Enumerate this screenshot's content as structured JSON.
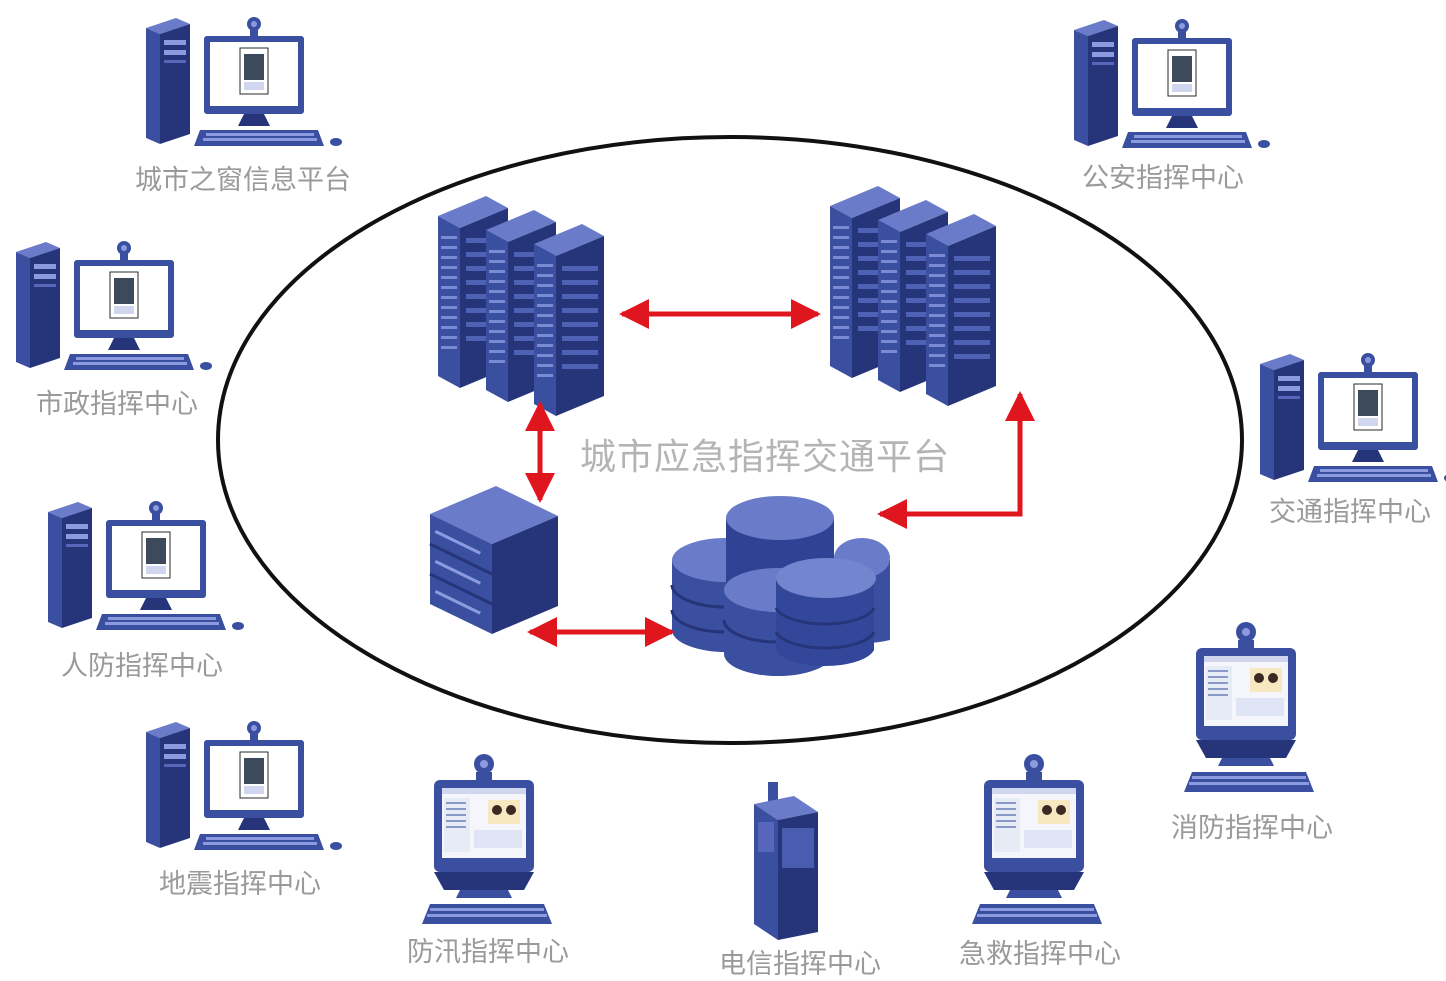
{
  "platform": {
    "title": "城市应急指挥交通平台"
  },
  "stations": [
    {
      "id": "city-window",
      "label": "城市之窗信息平台"
    },
    {
      "id": "public-security",
      "label": "公安指挥中心"
    },
    {
      "id": "municipal",
      "label": "市政指挥中心"
    },
    {
      "id": "traffic",
      "label": "交通指挥中心"
    },
    {
      "id": "civil-defense",
      "label": "人防指挥中心"
    },
    {
      "id": "fire",
      "label": "消防指挥中心"
    },
    {
      "id": "earthquake",
      "label": "地震指挥中心"
    },
    {
      "id": "flood",
      "label": "防汛指挥中心"
    },
    {
      "id": "telecom",
      "label": "电信指挥中心"
    },
    {
      "id": "emergency-rescue",
      "label": "急救指挥中心"
    }
  ],
  "colors": {
    "device_blue": "#3b4fa0",
    "device_dark": "#26357a",
    "device_light": "#6a7bc9",
    "arrow_red": "#e0161e",
    "ellipse": "#111111",
    "label_gray": "#9a9a9a"
  }
}
